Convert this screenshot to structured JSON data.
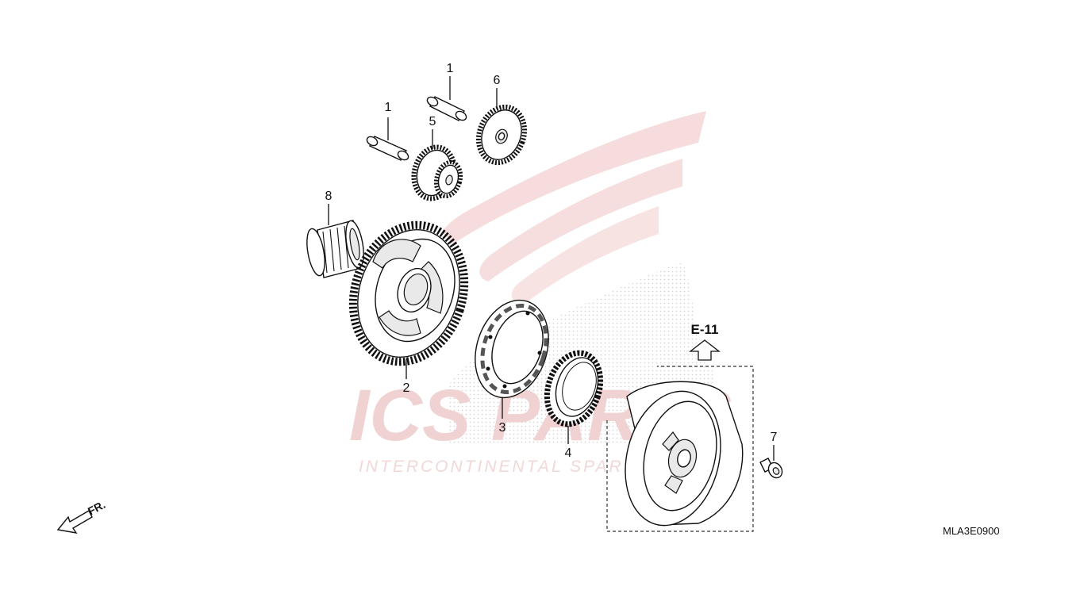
{
  "diagram": {
    "reference_code": "MLA3E0900",
    "reference_group": "E-11",
    "direction_label": "FR.",
    "watermark": {
      "brand": "ICS PARTS",
      "tagline": "INTERCONTINENTAL SPARE PARTS"
    },
    "callouts": [
      {
        "id": "c1a",
        "label": "1",
        "part": "dowel pin (upper)"
      },
      {
        "id": "c1b",
        "label": "1",
        "part": "dowel pin (lower)"
      },
      {
        "id": "c2",
        "label": "2",
        "part": "starter driven gear"
      },
      {
        "id": "c3",
        "label": "3",
        "part": "one-way clutch outer"
      },
      {
        "id": "c4",
        "label": "4",
        "part": "one-way clutch"
      },
      {
        "id": "c5",
        "label": "5",
        "part": "starter idle gear"
      },
      {
        "id": "c6",
        "label": "6",
        "part": "starter reduction gear"
      },
      {
        "id": "c7",
        "label": "7",
        "part": "flywheel bolt"
      },
      {
        "id": "c8",
        "label": "8",
        "part": "needle bearing"
      }
    ]
  }
}
